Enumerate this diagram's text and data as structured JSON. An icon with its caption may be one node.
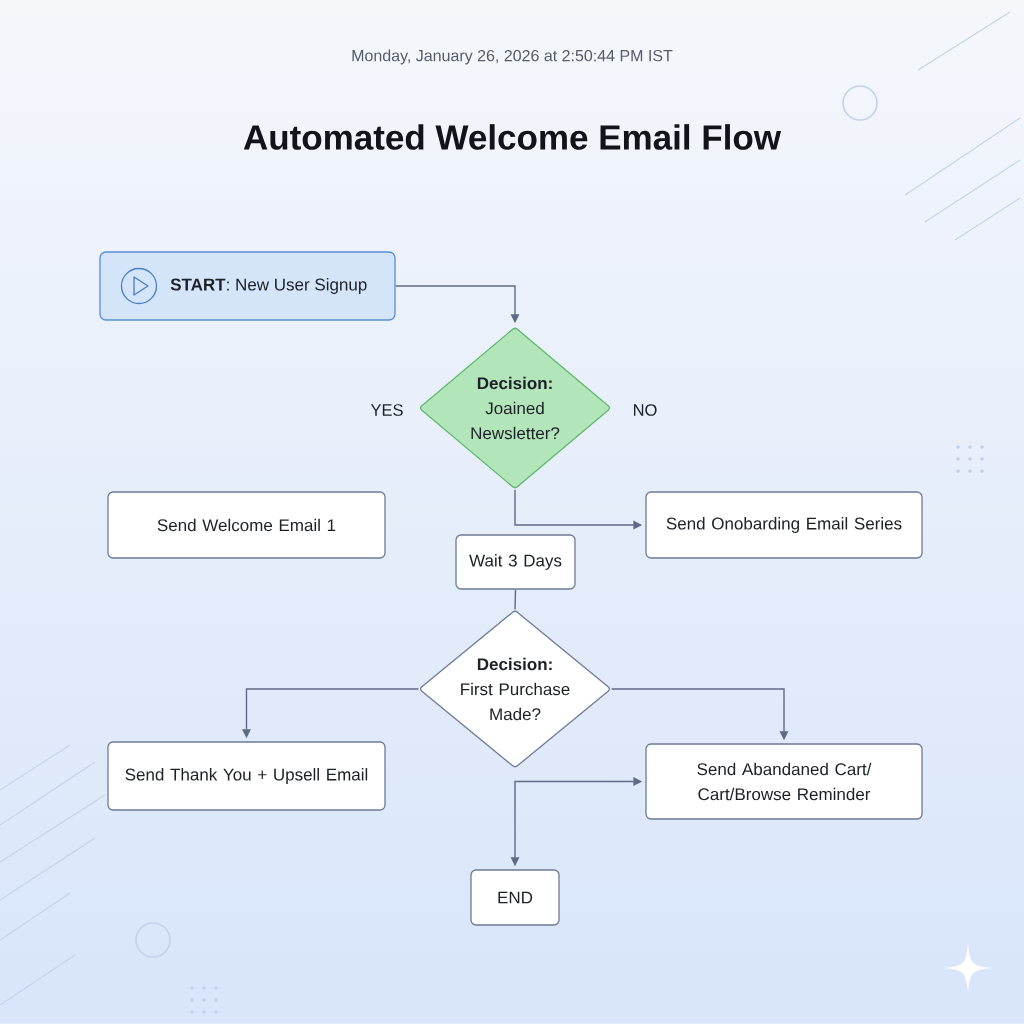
{
  "diagram": {
    "title": "Automated Welcome Email Flow",
    "nodes": [
      {
        "text": [
          "**START**: New User Signup"
        ]
      },
      {
        "text": [
          "Decision:",
          "Joained Newsletter?"
        ]
      },
      {
        "text": [
          "Send Welcome Email 1"
        ]
      },
      {
        "text": [
          "Send Onobarding Email Series"
        ]
      },
      {
        "text": [
          "Wait 3 Days"
        ]
      },
      {
        "text": [
          "Decision:",
          "First Purchase Made?"
        ]
      },
      {
        "text": [
          "Send Thank You + Upsell Email"
        ]
      },
      {
        "text": [
          "Send Abandaned Cart/ Cart/Browse Reminder"
        ]
      },
      {
        "text": [
          "END"
        ]
      }
    ],
    "edges": [
      {
        "from": 0,
        "to": 1,
        "arrow": "to"
      },
      {
        "from": 1,
        "to": 3,
        "arrow": "to"
      },
      {
        "from": 4,
        "to": 5,
        "arrow": "none"
      },
      {
        "from": 5,
        "to": 6,
        "arrow": "to"
      },
      {
        "from": 5,
        "to": 7,
        "arrow": "to"
      },
      {
        "from": 7,
        "to": 8,
        "arrow": "both"
      }
    ],
    "labels": [
      "Monday, January 26, 2026 at 2:50:44 PM IST",
      "YES",
      "NO"
    ]
  }
}
